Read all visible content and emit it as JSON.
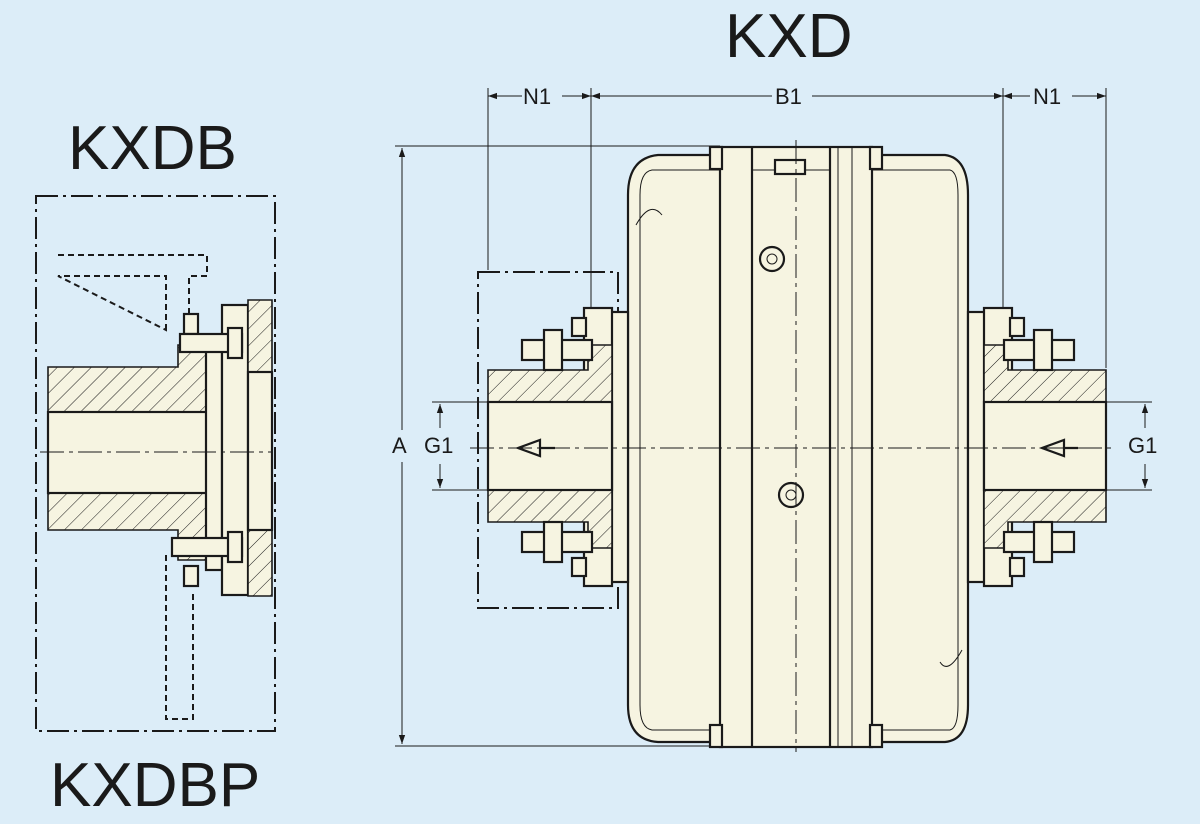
{
  "labels": {
    "kxd": "KXD",
    "kxdb": "KXDB",
    "kxdbp": "KXDBP"
  },
  "dimensions": {
    "n1_left": "N1",
    "b1": "B1",
    "n1_right": "N1",
    "a": "A",
    "g1_left": "G1",
    "g1_right": "G1"
  },
  "colors": {
    "background": "#dcedf8",
    "part_fill": "#f6f4e1",
    "line": "#1a1a1a"
  }
}
